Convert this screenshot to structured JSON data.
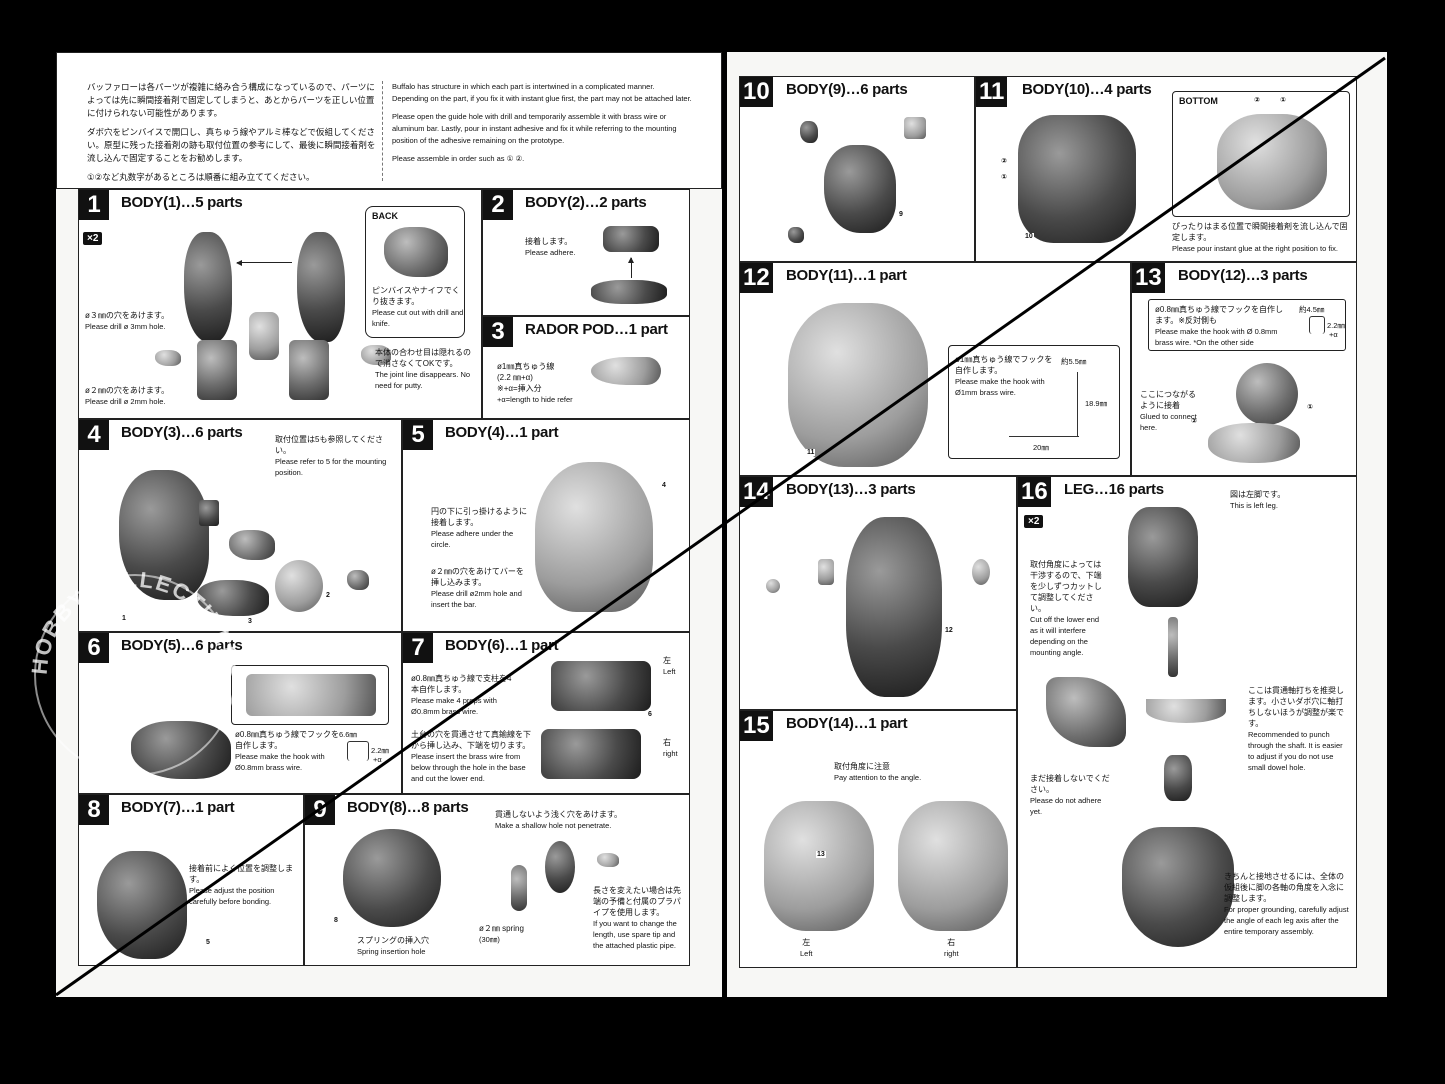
{
  "intro": {
    "jp_1": "バッファローは各パーツが複雑に絡み合う構成になっているので、パーツによっては先に瞬間接着剤で固定してしまうと、あとからパーツを正しい位置に付けられない可能性があります。",
    "jp_2": "ダボ穴をピンバイスで開口し、真ちゅう線やアルミ棒などで仮組してください。原型に残った接着剤の跡も取付位置の参考にして、最後に瞬間接着剤を流し込んで固定することをお勧めします。",
    "jp_3": "①②など丸数字があるところは順番に組み立ててください。",
    "en_1": "Buffalo has structure in which each part is intertwined in a complicated manner. Depending on the part, if you fix it with instant glue first, the part may not be attached later.",
    "en_2": "Please open the guide hole with drill and temporarily assemble it with brass wire or aluminum bar. Lastly, pour in instant adhesive and fix it while referring to the mounting position of the adhesive remaining on the prototype.",
    "en_3": "Please assemble in order such as ① ②."
  },
  "steps": {
    "s1": {
      "num": "1",
      "title": "BODY(1)…5 parts",
      "badge": "×2",
      "back": "BACK",
      "n1_jp": "ピンバイスやナイフでくり抜きます。",
      "n1_en": "Please cut out with drill and knife.",
      "n2_jp": "ø３㎜の穴をあけます。",
      "n2_en": "Please drill ø 3mm hole.",
      "n3_jp": "ø２㎜の穴をあけます。",
      "n3_en": "Please drill ø 2mm hole.",
      "n4_jp": "本体の合わせ目は隠れるので消さなくてOKです。",
      "n4_en": "The joint line disappears. No need for putty."
    },
    "s2": {
      "num": "2",
      "title": "BODY(2)…2 parts",
      "n_jp": "接着します。",
      "n_en": "Please adhere."
    },
    "s3": {
      "num": "3",
      "title": "RADOR POD…1 part",
      "n_jp1": "ø1㎜真ちゅう線",
      "n_jp2": "(2.2 ㎜+α)",
      "n_jp3": "※+α=挿入分",
      "n_en": "+α=length to hide refer"
    },
    "s4": {
      "num": "4",
      "title": "BODY(3)…6 parts",
      "n_jp": "取付位置は5も参照してください。",
      "n_en": "Please refer to 5 for the mounting position.",
      "t1": "1",
      "t2": "2",
      "t3": "3"
    },
    "s5": {
      "num": "5",
      "title": "BODY(4)…1 part",
      "n1_jp": "円の下に引っ掛けるように接着します。",
      "n1_en": "Please adhere under the circle.",
      "n2_jp": "ø２㎜の穴をあけてバーを挿し込みます。",
      "n2_en": "Please drill ø2mm hole and insert the bar.",
      "t": "4"
    },
    "s6": {
      "num": "6",
      "title": "BODY(5)…6 parts",
      "n_jp": "ø0.8㎜真ちゅう線でフックを自作します。",
      "n_en": "Please make the hook with Ø0.8mm brass wire.",
      "d1": "6.6㎜",
      "d2": "2.2㎜",
      "d3": "+α"
    },
    "s7": {
      "num": "7",
      "title": "BODY(6)…1 part",
      "n1_jp": "ø0.8㎜真ちゅう線で支柱を4本自作します。",
      "n1_en": "Please make 4 props with Ø0.8mm brass wire.",
      "n2_jp": "土台の穴を貫通させて真鍮線を下から挿し込み、下端を切ります。",
      "n2_en": "Please insert the brass wire from below through the hole in the base and cut the lower end.",
      "left_jp": "左",
      "left_en": "Left",
      "right_jp": "右",
      "right_en": "right",
      "t": "6"
    },
    "s8": {
      "num": "8",
      "title": "BODY(7)…1 part",
      "n_jp": "接着前によく位置を調整します。",
      "n_en": "Please adjust the position carefully before bonding.",
      "t": "5"
    },
    "s9": {
      "num": "9",
      "title": "BODY(8)…8 parts",
      "n1_jp": "貫通しないよう浅く穴をあけます。",
      "n1_en": "Make a shallow hole not penetrate.",
      "n2_jp": "スプリングの挿入穴",
      "n2_en": "Spring insertion hole",
      "n3_jp": "ø２㎜ spring",
      "n3_en": "(30㎜)",
      "n4_jp": "長さを変えたい場合は先端の予備と付属のプラパイプを使用します。",
      "n4_en": "If you want to change the length, use spare tip and the attached plastic pipe.",
      "t": "8"
    },
    "s10": {
      "num": "10",
      "title": "BODY(9)…6 parts",
      "t": "9"
    },
    "s11": {
      "num": "11",
      "title": "BODY(10)…4 parts",
      "bottom": "BOTTOM",
      "n_jp": "ぴったりはまる位置で瞬間接着剤を流し込んで固定します。",
      "n_en": "Please pour instant glue at the right position to fix.",
      "c1": "①",
      "c2": "②",
      "t": "10"
    },
    "s12": {
      "num": "12",
      "title": "BODY(11)…1 part",
      "n_jp": "ø1㎜真ちゅう線でフックを自作します。",
      "n_en": "Please make the hook with Ø1mm brass wire.",
      "d1": "約5.5㎜",
      "d2": "18.9㎜",
      "d3": "20㎜",
      "t": "11"
    },
    "s13": {
      "num": "13",
      "title": "BODY(12)…3 parts",
      "n1_jp": "ø0.8㎜真ちゅう線でフックを自作します。※反対側も",
      "n1_en": "Please make the hook with Ø 0.8mm brass wire. *On the other side",
      "n2_jp": "ここにつながるように接着",
      "n2_en": "Glued to connect here.",
      "d1": "約4.5㎜",
      "d2": "2.2㎜",
      "d3": "+α",
      "c1": "①",
      "c2": "②"
    },
    "s14": {
      "num": "14",
      "title": "BODY(13)…3 parts",
      "t": "12"
    },
    "s15": {
      "num": "15",
      "title": "BODY(14)…1 part",
      "n_jp": "取付角度に注意",
      "n_en": "Pay attention to the angle.",
      "left_jp": "左",
      "left_en": "Left",
      "right_jp": "右",
      "right_en": "right",
      "t": "13"
    },
    "s16": {
      "num": "16",
      "title": "LEG…16 parts",
      "badge": "×2",
      "n0_jp": "図は左脚です。",
      "n0_en": "This is left leg.",
      "n1_jp": "取付角度によっては干渉するので、下端を少しずつカットして調整してください。",
      "n1_en": "Cut off the lower end as it will interfere depending on the mounting angle.",
      "n2_jp": "ここは貫通軸打ちを推奨します。小さいダボ穴に軸打ちしないほうが調整が楽です。",
      "n2_en": "Recommended to punch through the shaft. It is easier to adjust if you do not use small dowel hole.",
      "n3_jp": "まだ接着しないでください。",
      "n3_en": "Please do not adhere yet.",
      "n4_jp": "きちんと接地させるには、全体の仮組後に脚の各軸の角度を入念に調整します。",
      "n4_en": "For proper grounding, carefully adjust the angle of each leg axis after the entire temporary assembly."
    }
  },
  "watermark": {
    "text": "HOBBYKOLLECTIBLES"
  },
  "colors": {
    "background": "#000000",
    "paper": "#f7f7f5",
    "ink": "#111111"
  }
}
